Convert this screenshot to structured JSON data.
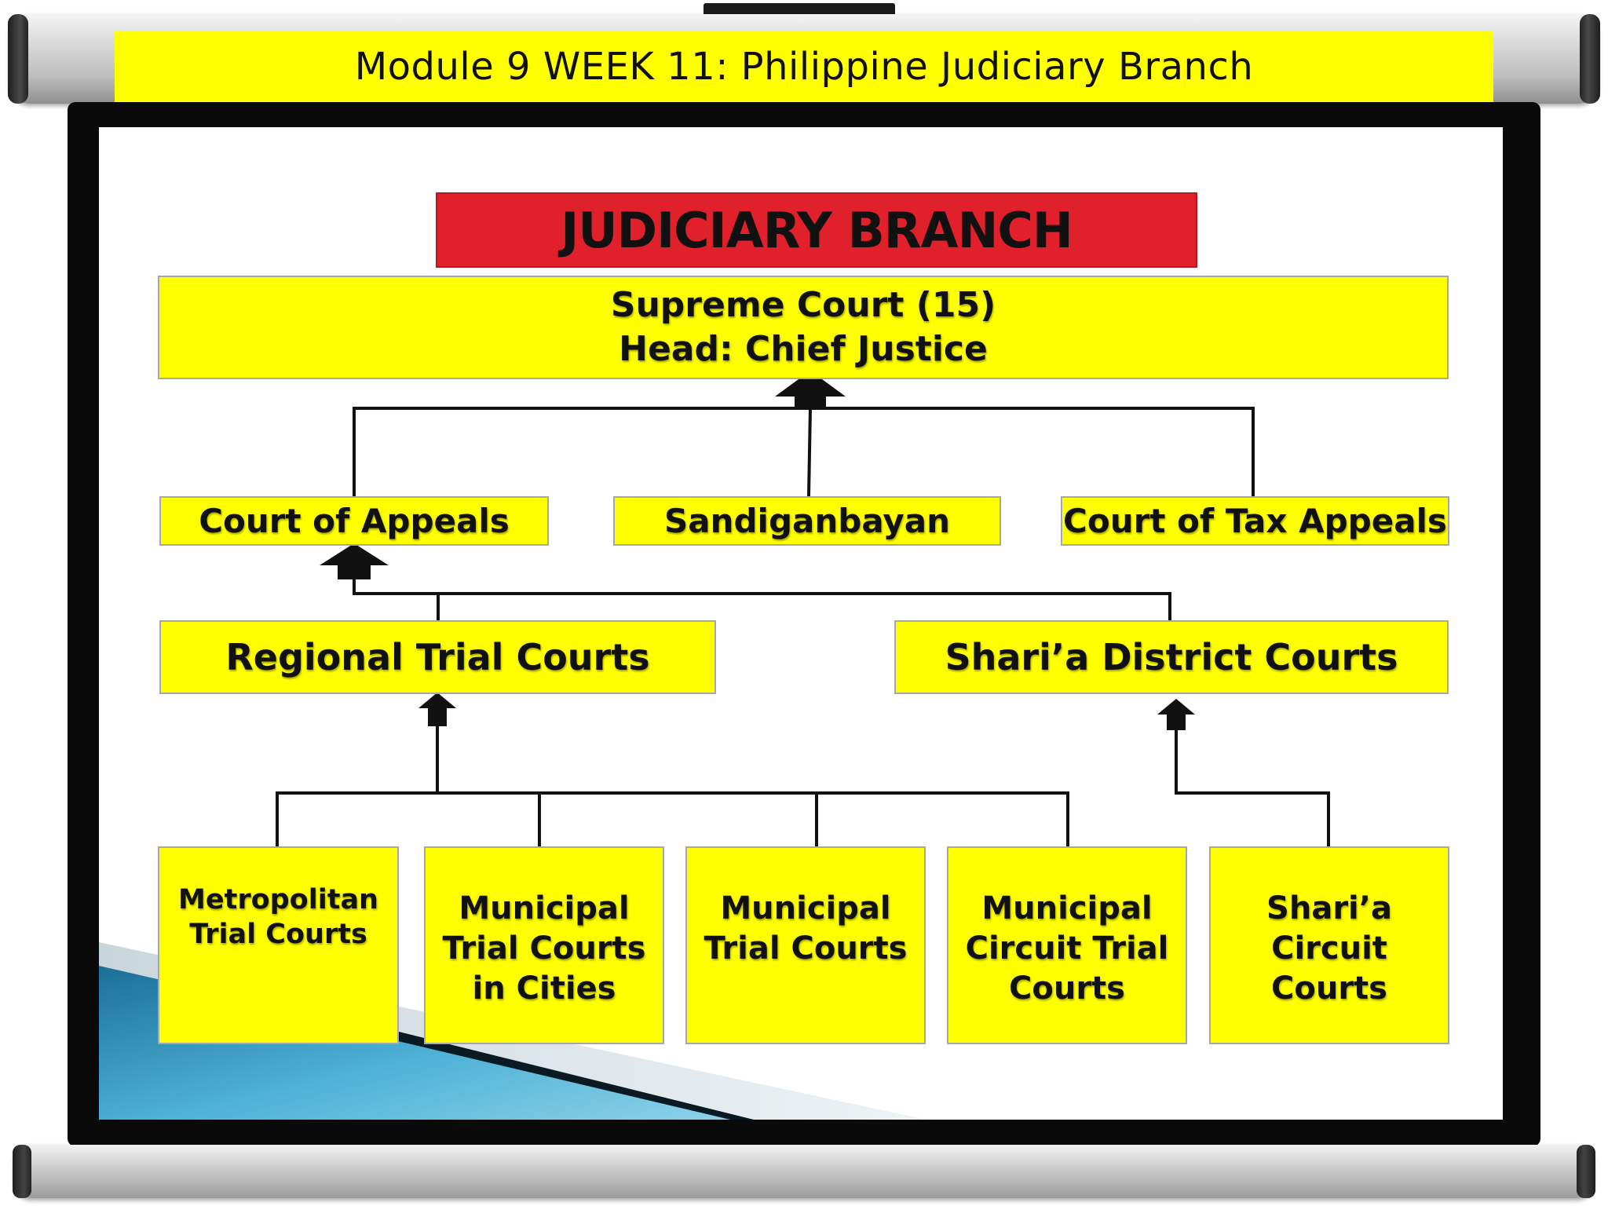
{
  "header": {
    "title": "Module 9 WEEK 11: Philippine Judiciary Branch"
  },
  "diagram": {
    "banner": "JUDICIARY BRANCH",
    "supreme_court": {
      "line1": "Supreme Court (15)",
      "line2": "Head: Chief Justice"
    },
    "appellate_courts": [
      "Court of Appeals",
      "Sandiganbayan",
      "Court of Tax Appeals"
    ],
    "second_level_courts": [
      "Regional Trial Courts",
      "Shari’a District Courts"
    ],
    "first_level_courts": [
      {
        "lines": [
          "Metropolitan",
          "Trial Courts"
        ]
      },
      {
        "lines": [
          "Municipal",
          "Trial Courts",
          "in Cities"
        ]
      },
      {
        "lines": [
          "Municipal",
          "Trial Courts"
        ]
      },
      {
        "lines": [
          "Municipal",
          "Circuit Trial",
          "Courts"
        ]
      },
      {
        "lines": [
          "Shari’a",
          "Circuit",
          "Courts"
        ]
      }
    ],
    "colors": {
      "box_fill": "#ffff00",
      "banner_fill": "#e0202a",
      "connector": "#111111"
    }
  }
}
